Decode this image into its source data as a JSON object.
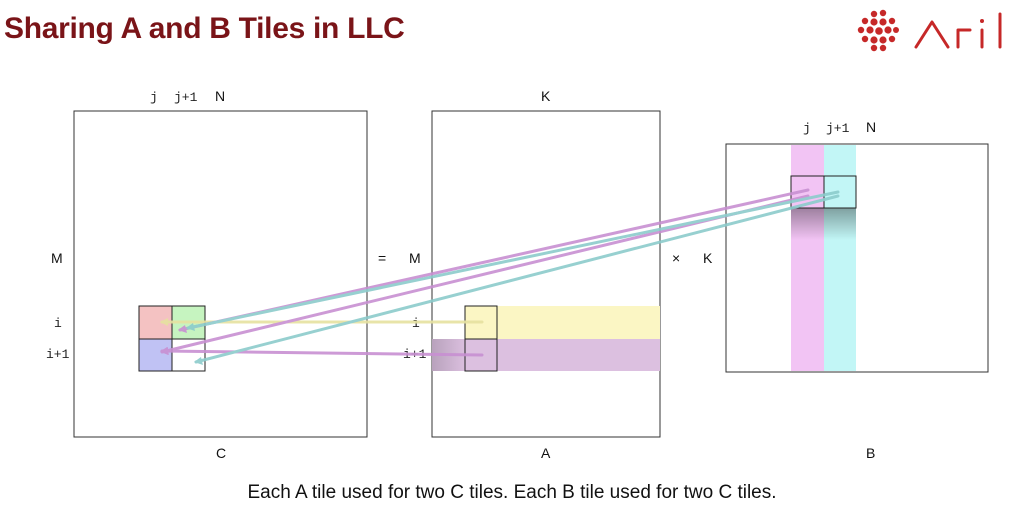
{
  "title": "Sharing A and B Tiles in LLC",
  "logo_text": "aril",
  "caption": "Each A tile used for two C tiles. Each B tile used for two C tiles.",
  "colors": {
    "title": "#7a1418",
    "logo": "#c62828",
    "tile_red": "#f4c2c2",
    "tile_green": "#c6f4c0",
    "tile_blue": "#c0c2f4",
    "a_row_i": "#fbf6c4",
    "a_row_i1": "#dcc0e0",
    "b_col_j": "#f2c4f4",
    "b_col_j1": "#c2f6f6",
    "arrow_violet": "#c890d2",
    "arrow_teal": "#8ccccc",
    "arrow_yellow": "#e6e2a0"
  },
  "matrix_c": {
    "label": "C",
    "top_labels": {
      "j": "j",
      "j1": "j+1",
      "n": "N"
    },
    "left_labels": {
      "m": "M",
      "i": "i",
      "i1": "i+1"
    }
  },
  "operators": {
    "equals": "=",
    "times": "×"
  },
  "matrix_a": {
    "label": "A",
    "top_label": "K",
    "left_label": "M",
    "row_labels": {
      "i": "i",
      "i1": "i+1"
    }
  },
  "matrix_b": {
    "label": "B",
    "top_labels": {
      "j": "j",
      "j1": "j+1",
      "n": "N"
    },
    "left_label": "K"
  }
}
